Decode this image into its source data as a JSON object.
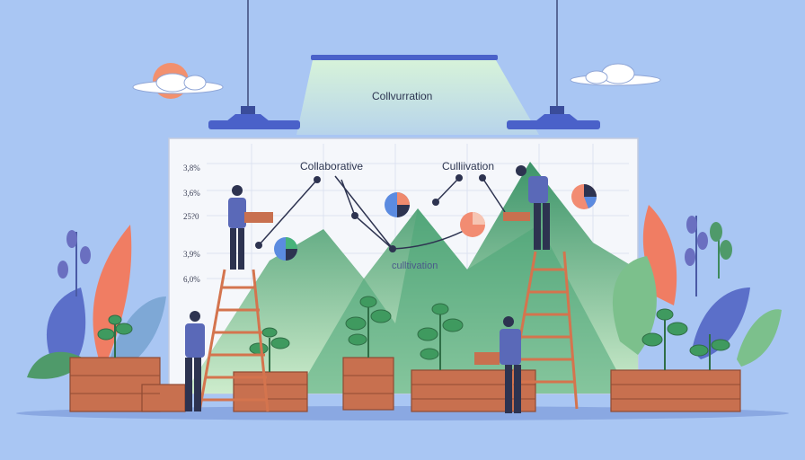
{
  "scene": {
    "banner_text": "Collvurration",
    "board_word_1": "Collaborative",
    "board_word_2": "Culliivation",
    "board_word_3": "culltivation",
    "y_ticks": [
      "3,8%",
      "3,6%",
      "25?0",
      "3,9%",
      "6,0%"
    ]
  },
  "colors": {
    "sky": "#a9c6f3",
    "hill": "#3f9a6d",
    "planter": "#c8704f",
    "worker_shirt": "#5a69b8",
    "ladder": "#d4744e"
  },
  "icons": [
    "sun-icon",
    "cloud-icon",
    "pie-chart-icon",
    "plant-icon",
    "ladder-icon",
    "person-icon",
    "lamp-icon"
  ]
}
